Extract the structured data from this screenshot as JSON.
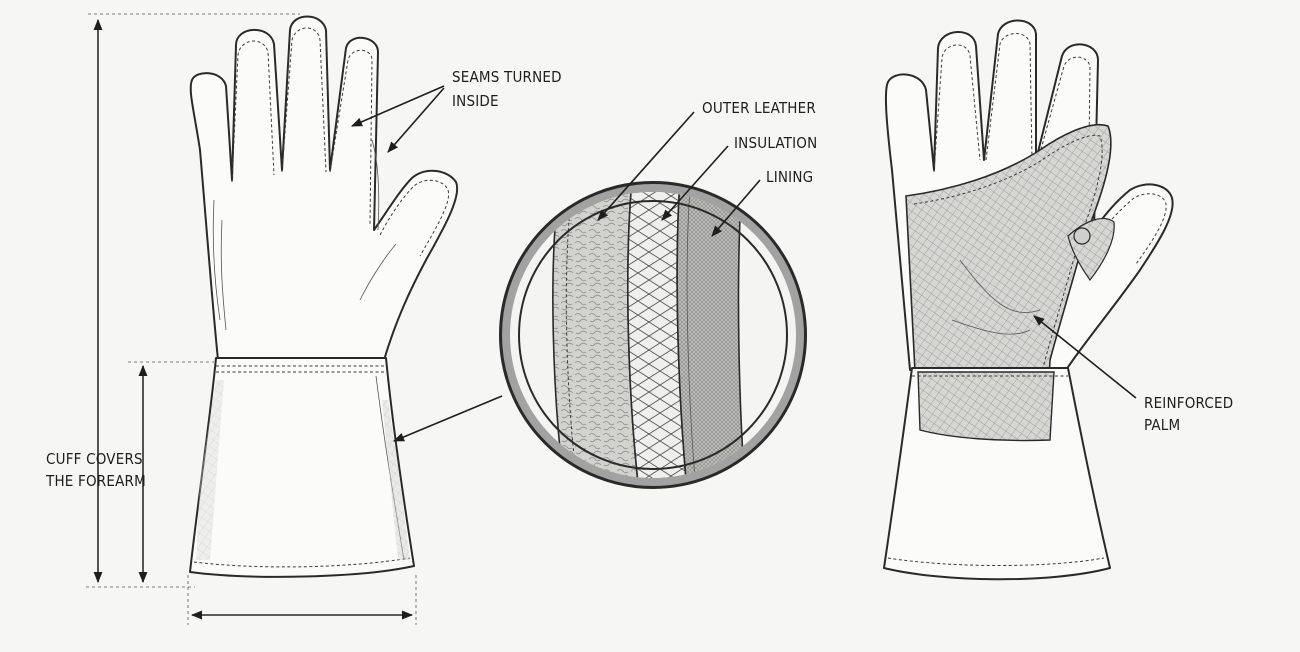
{
  "labels": {
    "seams": [
      "SEAMS TURNED",
      "INSIDE"
    ],
    "outer_leather": "OUTER LEATHER",
    "insulation": "INSULATION",
    "lining": "LINING",
    "cuff": [
      "CUFF COVERS",
      "THE FOREARM"
    ],
    "reinforced_palm": [
      "REINFORCED",
      "PALM"
    ]
  },
  "colors": {
    "ink": "#2a2a2a",
    "background": "#f6f6f4",
    "glove_fill": "#fbfbfa",
    "ring": "#9a9a9a",
    "leather_texture": "#c9c9c6",
    "lining_fill": "#b9b9b6"
  }
}
